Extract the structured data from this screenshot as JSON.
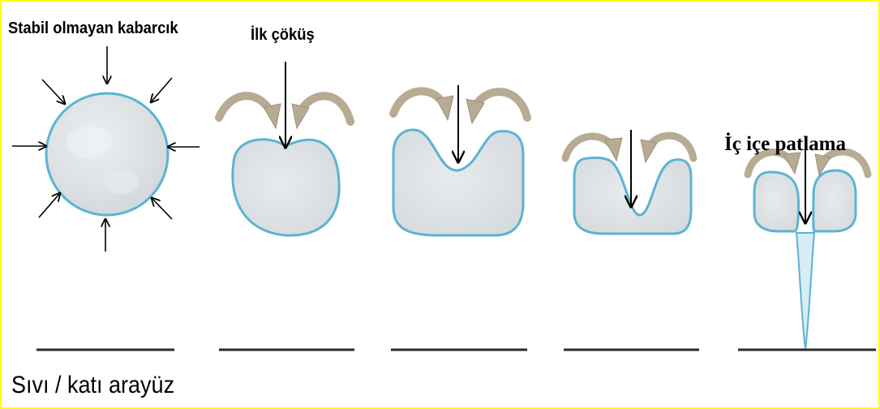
{
  "labels": {
    "unstable_bubble": "Stabil olmayan kabarcık",
    "first_collapse": "İlk çöküş",
    "implosion": "İç içe patlama",
    "interface": "Sıvı / katı arayüz"
  },
  "stages": [
    {
      "name": "stage-unstable-bubble"
    },
    {
      "name": "stage-first-collapse"
    },
    {
      "name": "stage-collapse-deepening"
    },
    {
      "name": "stage-jet-forming"
    },
    {
      "name": "stage-implosion"
    }
  ],
  "colors": {
    "bubble_fill": "#dfe3e6",
    "bubble_outline": "#5ab4d2",
    "curved_arrow": "#b7ab93",
    "arrow": "#000000",
    "surface_line": "#2b2b2b",
    "frame": "#ffff00"
  }
}
